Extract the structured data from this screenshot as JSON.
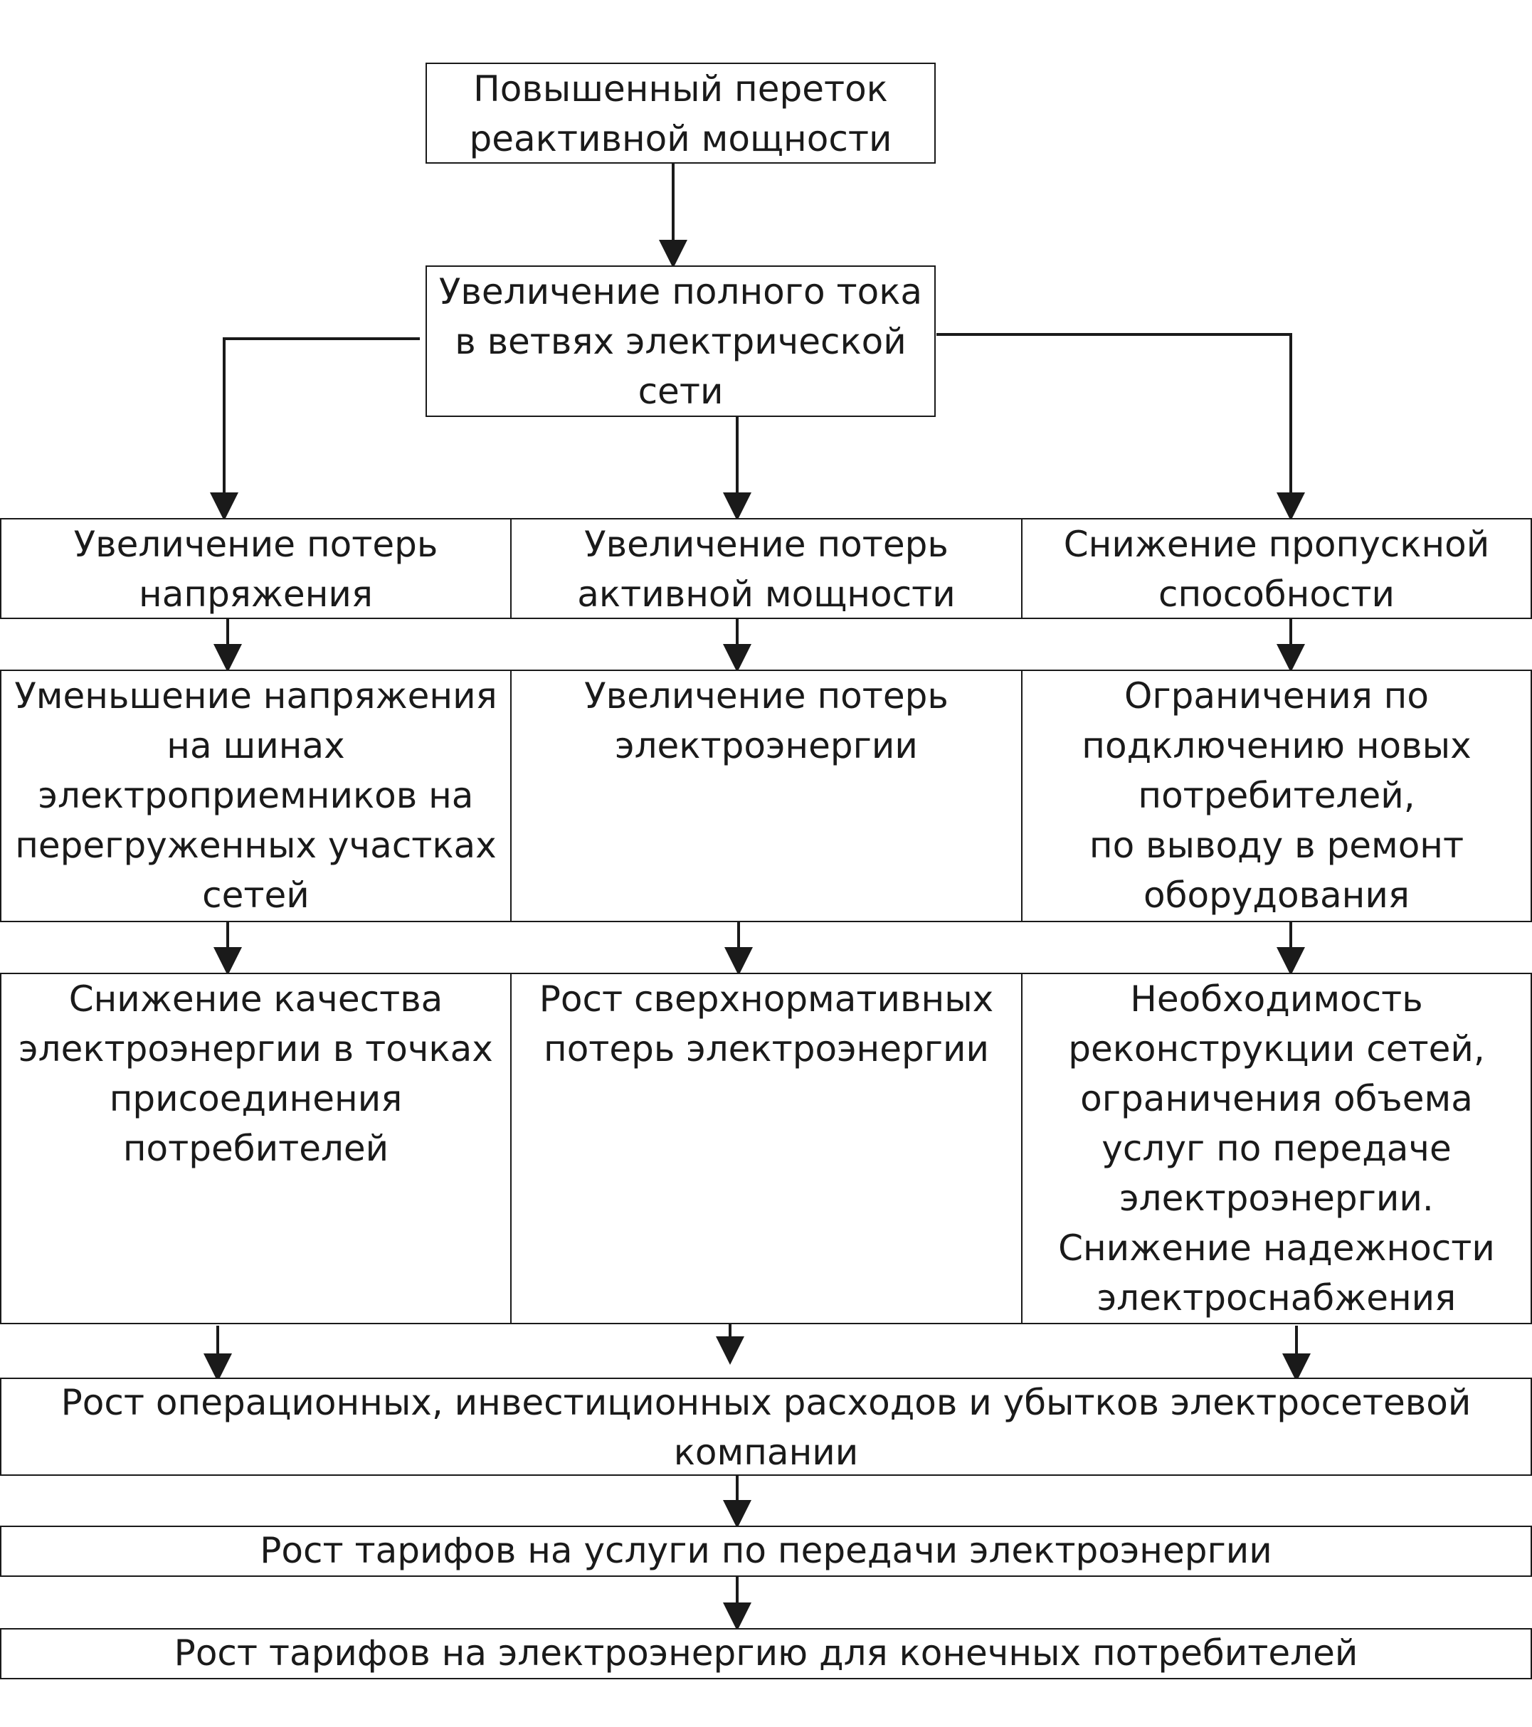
{
  "nodes": {
    "reactive_flow": "Повышенный переток\nреактивной мощности",
    "full_current": "Увеличение полного тока\nв ветвях электрической\nсети",
    "voltage_losses": "Увеличение потерь\nнапряжения",
    "active_losses": "Увеличение потерь\nактивной мощности",
    "capacity_drop": "Снижение пропускной\nспособности",
    "voltage_reduction": "Уменьшение напряжения\nна шинах\nэлектроприемников на\nперегруженных участках\nсетей",
    "energy_losses": "Увеличение потерь\nэлектроэнергии",
    "connection_limits": "Ограничения по\nподключению новых\nпотребителей,\nпо выводу в ремонт\nоборудования",
    "quality_drop": "Снижение качества\nэлектроэнергии в точках\nприсоединения\nпотребителей",
    "excess_losses": "Рост сверхнормативных\nпотерь электроэнергии",
    "reconstruction_need": "Необходимость\nреконструкции сетей,\nограничения объема\nуслуг по передаче\nэлектроэнергии.\nСнижение надежности\nэлектроснабжения",
    "cost_growth": "Рост операционных, инвестиционных расходов и убытков электросетевой\nкомпании",
    "transmission_tariffs": "Рост тарифов на услуги по передачи электроэнергии",
    "end_tariffs": "Рост тарифов на электроэнергию для конечных потребителей"
  }
}
